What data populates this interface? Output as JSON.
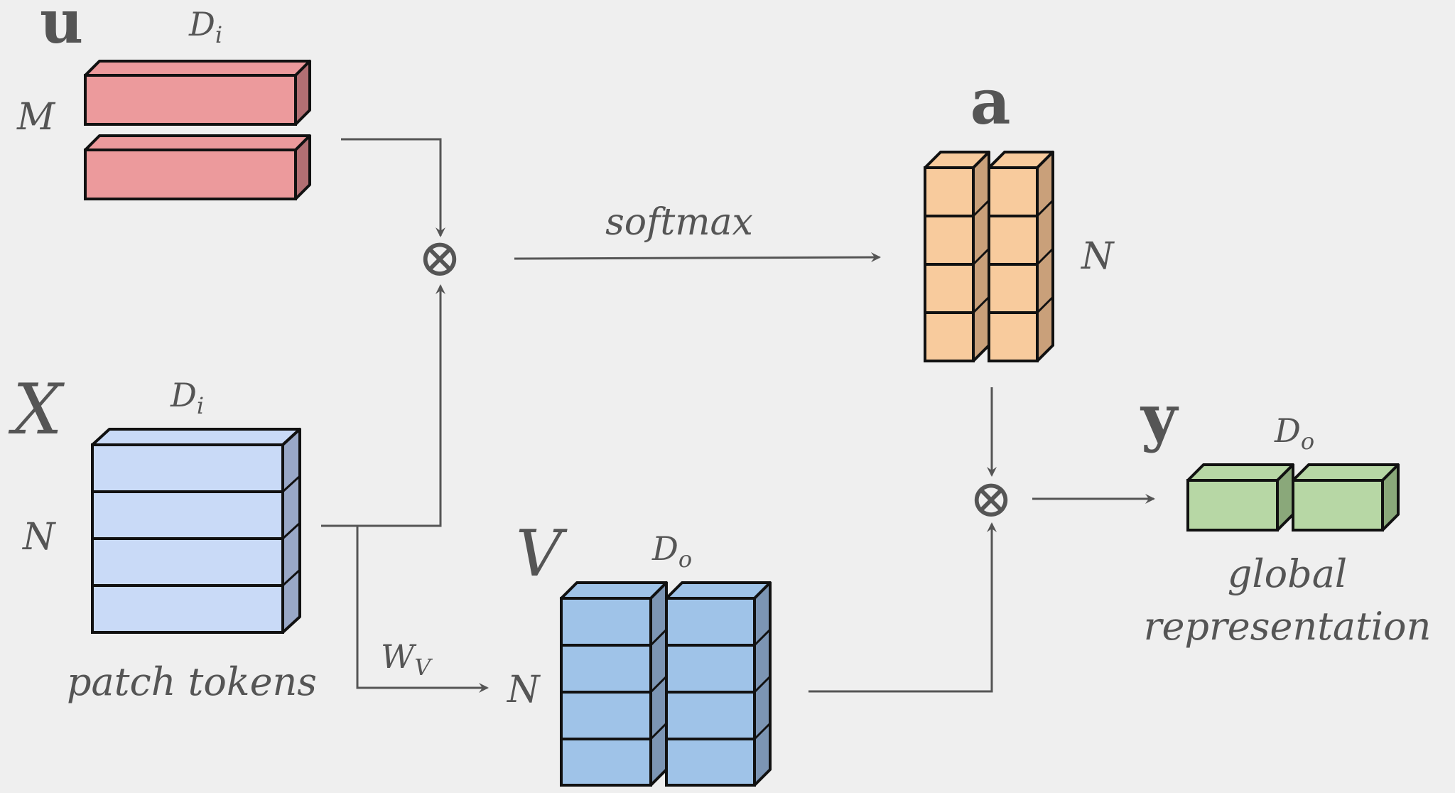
{
  "labels": {
    "u": "u",
    "u_width": "D",
    "u_width_sub": "i",
    "u_rows": "M",
    "x": "X",
    "x_width": "D",
    "x_width_sub": "i",
    "x_rows": "N",
    "x_caption": "patch tokens",
    "v": "V",
    "v_width": "D",
    "v_width_sub": "o",
    "v_rows": "N",
    "wv": "W",
    "wv_sub": "V",
    "softmax": "softmax",
    "a": "a",
    "a_rows": "N",
    "y": "y",
    "y_width": "D",
    "y_width_sub": "o",
    "y_caption_line1": "global",
    "y_caption_line2": "representation",
    "multiply_symbol": "⊗"
  },
  "colors": {
    "u_fill": "#ec9a9c",
    "u_side": "#b26f73",
    "x_fill": "#c9daf7",
    "x_side": "#99a8c7",
    "v_fill": "#9fc3e8",
    "v_side": "#7c95b4",
    "a_fill": "#f8cb9d",
    "a_side": "#c9a07a",
    "y_fill": "#b7d7a5",
    "y_side": "#8aa87a",
    "arrow": "#555555",
    "stroke": "#111111"
  }
}
